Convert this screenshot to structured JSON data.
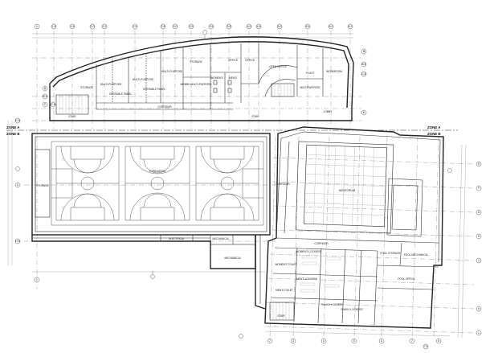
{
  "grid_top": [
    "1",
    "1.5",
    "1.8",
    "2.0",
    "2.2",
    "2.5",
    "2.8",
    "3.0",
    "3.3",
    "3.5",
    "3.8",
    "4.0",
    "4.5",
    "5.0",
    "5.5",
    "6.0",
    "6.2"
  ],
  "grid_left": [
    "B",
    "B.5",
    "C",
    "C.5",
    "D.5",
    "G",
    "H.5"
  ],
  "grid_right": [
    "B",
    "B.5",
    "C.5",
    "D",
    "E",
    "F",
    "G",
    "H",
    "J",
    "K",
    "L"
  ],
  "grid_bottom": [
    "1",
    "2",
    "3",
    "4",
    "5",
    "6",
    "7",
    "7.5",
    "8"
  ],
  "zones": {
    "left_a": "ZONE A",
    "left_b": "ZONE B",
    "right_a": "ZONE A",
    "right_b": "ZONE B"
  },
  "rooms": {
    "storage_east": "STORAGE",
    "mp_1": "MULTI-PURPOSE",
    "mp_2": "MULTI-PURPOSE",
    "operable_1": "OPERABLE PANEL",
    "operable_2": "OPERABLE PANEL",
    "mp_3": "MULTI-PURPOSE",
    "storage_n": "STORAGE",
    "wellness": "WEMBU MULTI-PURPOSE",
    "office_1": "OFFICE",
    "office_2": "OFFICE",
    "women_wc": "WOMEN'S",
    "men_wc": "MEN'S",
    "open_office": "OPEN OFFICE",
    "toilet": "TOILET",
    "multi_2": "MULTIPURPOSE",
    "workroom": "WORKROOM",
    "corridor_n": "CORRIDOR",
    "stair_w": "STAIR",
    "stair_n": "STAIR",
    "lobby": "LOBBY",
    "gymnasium": "GYMNASIUM",
    "storage_gym": "STORAGE",
    "electrical": "ELECTRICAL",
    "mechanical_1": "MECHANICAL",
    "mechanical_2": "MECHANICAL",
    "corridor_e": "CORRIDOR",
    "natatorium": "NATATORIUM",
    "corridor_s": "CORRIDOR",
    "womens_lockers": "WOMEN'S LOCKERS",
    "mens_lockers": "MEN'S LOCKERS",
    "womens_toilet": "WOMEN'S TOILET",
    "mens_toilet": "MEN'S TOILET",
    "family_1": "FAMILY LOCKERS",
    "family_2": "FAMILY LOCKERS",
    "pool_storage": "POOL STORAGE",
    "pool_mech": "POOL MECHANICAL",
    "pool_office": "POOL OFFICE",
    "stair_s": "STAIR"
  },
  "colors": {
    "line": "#222222",
    "grid": "#888888",
    "paper": "#ffffff"
  }
}
